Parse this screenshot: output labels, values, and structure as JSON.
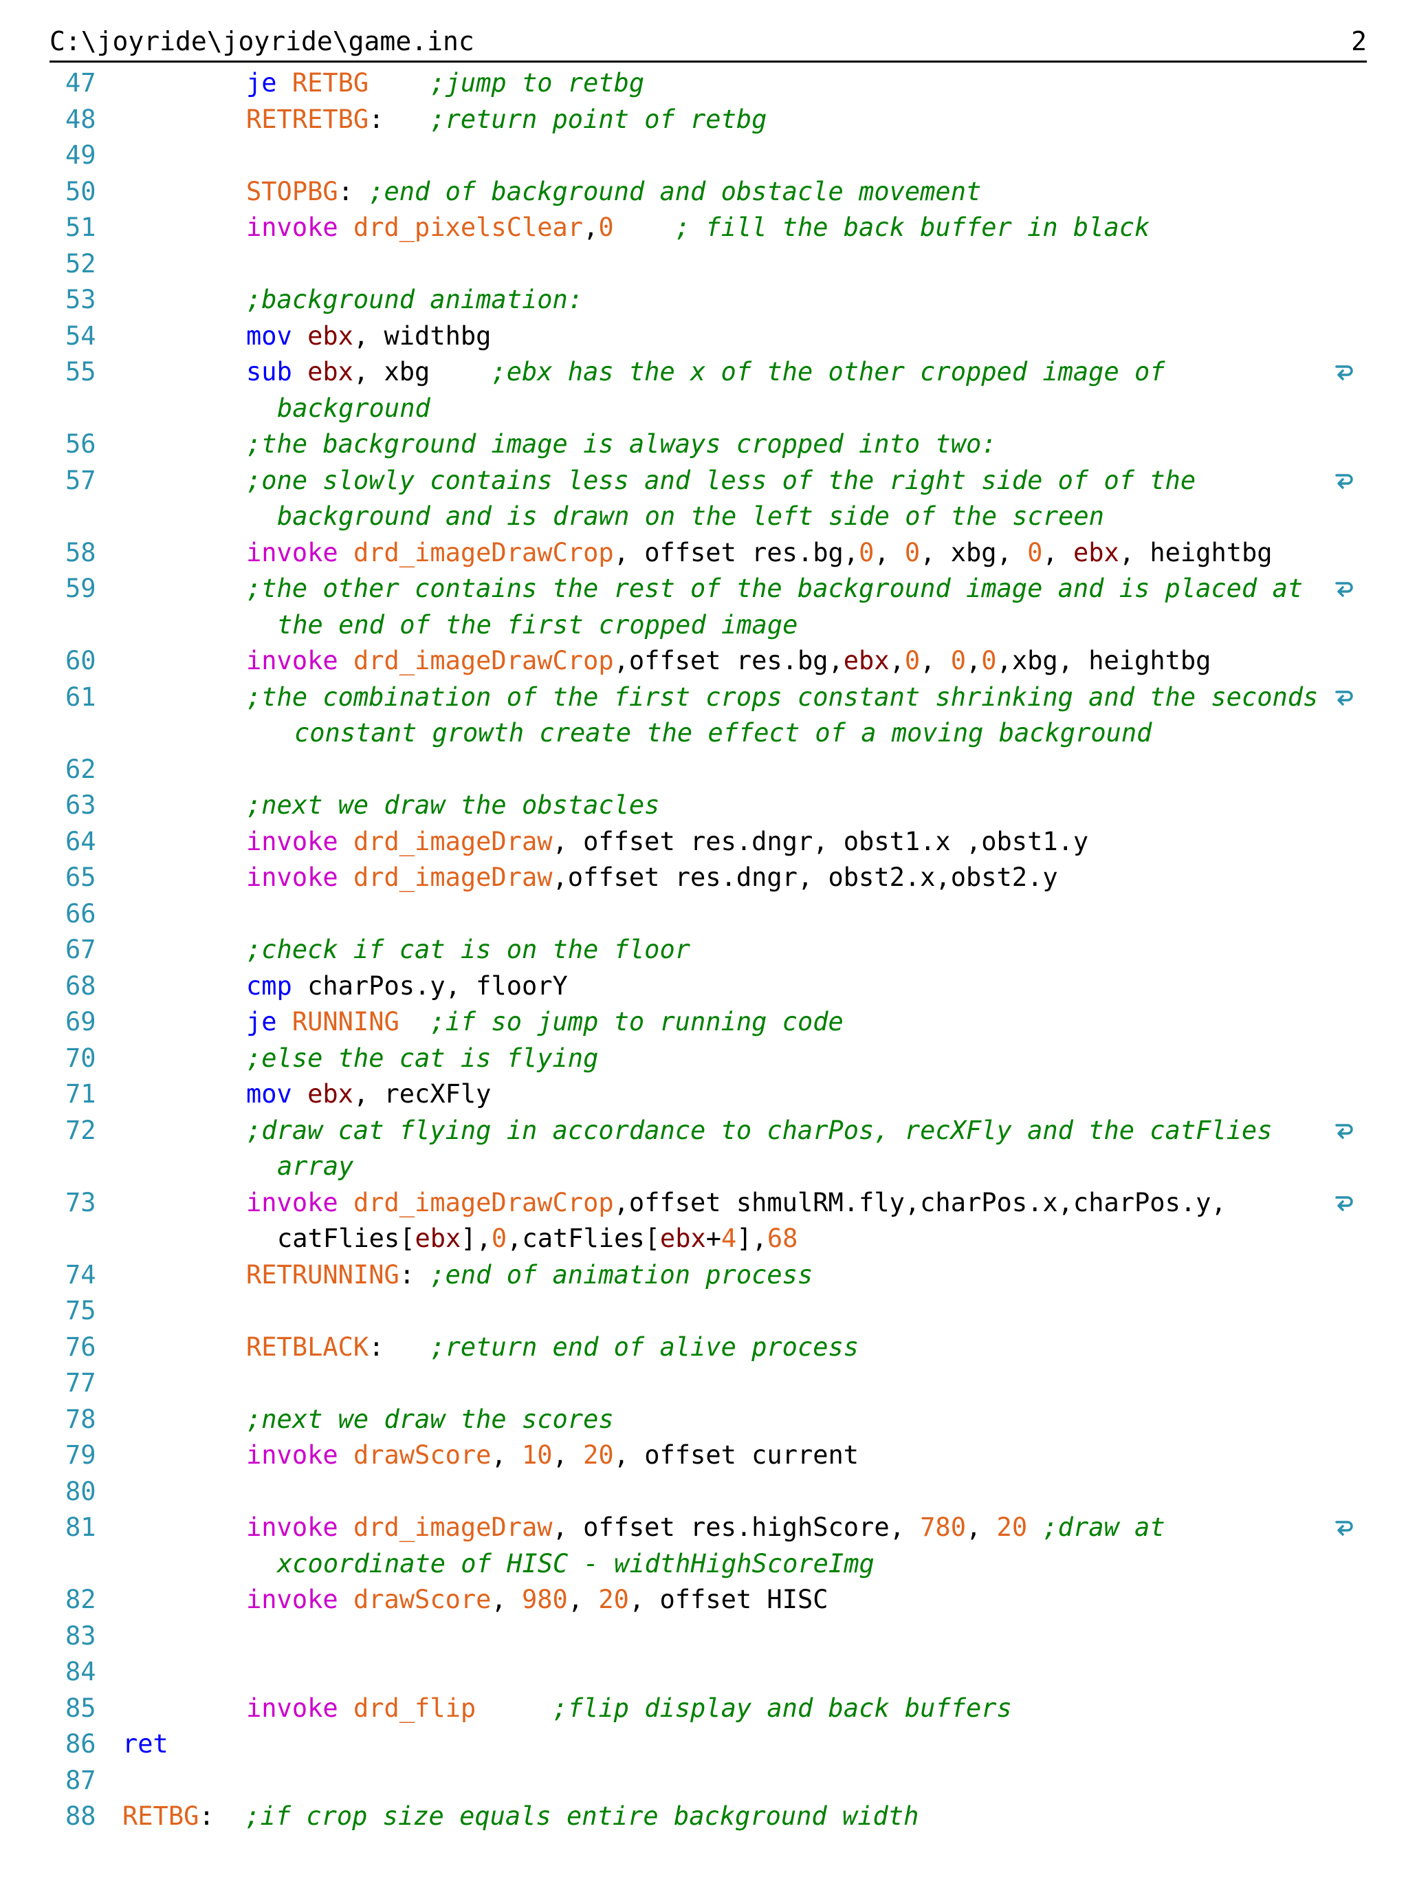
{
  "header": {
    "file_path": "C:\\joyride\\joyride\\game.inc",
    "page_number": "2"
  },
  "icons": {
    "wrap": "wrap-arrow-icon"
  },
  "colors": {
    "line_number": "#2b91af",
    "keyword": "#0000ff",
    "invoke": "#cc00cc",
    "function": "#e0641e",
    "register": "#800000",
    "number": "#e0641e",
    "comment": "#008000"
  },
  "lines": [
    {
      "n": "47",
      "indent": 1,
      "tokens": [
        [
          "k",
          "je "
        ],
        [
          "lbl",
          "RETBG"
        ],
        [
          "p",
          "    "
        ],
        [
          "c",
          ";jump to retbg"
        ]
      ]
    },
    {
      "n": "48",
      "indent": 1,
      "tokens": [
        [
          "lbl",
          "RETRETBG"
        ],
        [
          "p",
          ":   "
        ],
        [
          "c",
          ";return point of retbg"
        ]
      ]
    },
    {
      "n": "49",
      "indent": 1,
      "tokens": []
    },
    {
      "n": "50",
      "indent": 1,
      "tokens": [
        [
          "lbl",
          "STOPBG"
        ],
        [
          "p",
          ": "
        ],
        [
          "c",
          ";end of background and obstacle movement"
        ]
      ]
    },
    {
      "n": "51",
      "indent": 1,
      "tokens": [
        [
          "inv",
          "invoke "
        ],
        [
          "fn",
          "drd_pixelsClear"
        ],
        [
          "p",
          ","
        ],
        [
          "n",
          "0"
        ],
        [
          "p",
          "    "
        ],
        [
          "c",
          "; fill the back buffer in black"
        ]
      ]
    },
    {
      "n": "52",
      "indent": 1,
      "tokens": []
    },
    {
      "n": "53",
      "indent": 1,
      "tokens": [
        [
          "c",
          ";background animation:"
        ]
      ]
    },
    {
      "n": "54",
      "indent": 1,
      "tokens": [
        [
          "k",
          "mov "
        ],
        [
          "rg",
          "ebx"
        ],
        [
          "p",
          ", widthbg"
        ]
      ]
    },
    {
      "n": "55",
      "indent": 1,
      "wrap": true,
      "tokens": [
        [
          "k",
          "sub "
        ],
        [
          "rg",
          "ebx"
        ],
        [
          "p",
          ", xbg    "
        ],
        [
          "c",
          ";ebx has the x of the other cropped image of"
        ]
      ]
    },
    {
      "n": "",
      "indent": 2,
      "tokens": [
        [
          "c",
          "background"
        ]
      ]
    },
    {
      "n": "56",
      "indent": 1,
      "tokens": [
        [
          "c",
          ";the background image is always cropped into two:"
        ]
      ]
    },
    {
      "n": "57",
      "indent": 1,
      "wrap": true,
      "tokens": [
        [
          "c",
          ";one slowly contains less and less of the right side of of the"
        ]
      ]
    },
    {
      "n": "",
      "indent": 2,
      "tokens": [
        [
          "c",
          "background and is drawn on the left side of the screen"
        ]
      ]
    },
    {
      "n": "58",
      "indent": 1,
      "tokens": [
        [
          "inv",
          "invoke "
        ],
        [
          "fn",
          "drd_imageDrawCrop"
        ],
        [
          "p",
          ", offset res.bg,"
        ],
        [
          "n",
          "0"
        ],
        [
          "p",
          ", "
        ],
        [
          "n",
          "0"
        ],
        [
          "p",
          ", xbg, "
        ],
        [
          "n",
          "0"
        ],
        [
          "p",
          ", "
        ],
        [
          "rg",
          "ebx"
        ],
        [
          "p",
          ", heightbg"
        ]
      ]
    },
    {
      "n": "59",
      "indent": 1,
      "wrap": true,
      "tokens": [
        [
          "c",
          ";the other contains the rest of the background image and is placed at"
        ]
      ]
    },
    {
      "n": "",
      "indent": 2,
      "tokens": [
        [
          "c",
          "the end of the first cropped image"
        ]
      ]
    },
    {
      "n": "60",
      "indent": 1,
      "tokens": [
        [
          "inv",
          "invoke "
        ],
        [
          "fn",
          "drd_imageDrawCrop"
        ],
        [
          "p",
          ",offset res.bg,"
        ],
        [
          "rg",
          "ebx"
        ],
        [
          "p",
          ","
        ],
        [
          "n",
          "0"
        ],
        [
          "p",
          ", "
        ],
        [
          "n",
          "0"
        ],
        [
          "p",
          ","
        ],
        [
          "n",
          "0"
        ],
        [
          "p",
          ",xbg, heightbg"
        ]
      ]
    },
    {
      "n": "61",
      "indent": 1,
      "wrap": true,
      "tokens": [
        [
          "c",
          ";the combination of the first crops constant shrinking and the seconds"
        ]
      ]
    },
    {
      "n": "",
      "indent": 3,
      "tokens": [
        [
          "c",
          "constant growth create the effect of a moving background"
        ]
      ]
    },
    {
      "n": "62",
      "indent": 1,
      "tokens": []
    },
    {
      "n": "63",
      "indent": 1,
      "tokens": [
        [
          "c",
          ";next we draw the obstacles"
        ]
      ]
    },
    {
      "n": "64",
      "indent": 1,
      "tokens": [
        [
          "inv",
          "invoke "
        ],
        [
          "fn",
          "drd_imageDraw"
        ],
        [
          "p",
          ", offset res.dngr, obst1.x ,obst1.y"
        ]
      ]
    },
    {
      "n": "65",
      "indent": 1,
      "tokens": [
        [
          "inv",
          "invoke "
        ],
        [
          "fn",
          "drd_imageDraw"
        ],
        [
          "p",
          ",offset res.dngr, obst2.x,obst2.y"
        ]
      ]
    },
    {
      "n": "66",
      "indent": 1,
      "tokens": []
    },
    {
      "n": "67",
      "indent": 1,
      "tokens": [
        [
          "c",
          ";check if cat is on the floor"
        ]
      ]
    },
    {
      "n": "68",
      "indent": 1,
      "tokens": [
        [
          "k",
          "cmp "
        ],
        [
          "p",
          "charPos.y, floorY"
        ]
      ]
    },
    {
      "n": "69",
      "indent": 1,
      "tokens": [
        [
          "k",
          "je "
        ],
        [
          "lbl",
          "RUNNING"
        ],
        [
          "p",
          "  "
        ],
        [
          "c",
          ";if so jump to running code"
        ]
      ]
    },
    {
      "n": "70",
      "indent": 1,
      "tokens": [
        [
          "c",
          ";else the cat is flying"
        ]
      ]
    },
    {
      "n": "71",
      "indent": 1,
      "tokens": [
        [
          "k",
          "mov "
        ],
        [
          "rg",
          "ebx"
        ],
        [
          "p",
          ", recXFly"
        ]
      ]
    },
    {
      "n": "72",
      "indent": 1,
      "wrap": true,
      "tokens": [
        [
          "c",
          ";draw cat flying in accordance to charPos, recXFly and the catFlies"
        ]
      ]
    },
    {
      "n": "",
      "indent": 2,
      "tokens": [
        [
          "c",
          "array"
        ]
      ]
    },
    {
      "n": "73",
      "indent": 1,
      "wrap": true,
      "tokens": [
        [
          "inv",
          "invoke "
        ],
        [
          "fn",
          "drd_imageDrawCrop"
        ],
        [
          "p",
          ",offset shmulRM.fly,charPos.x,charPos.y,"
        ]
      ]
    },
    {
      "n": "",
      "indent": 2,
      "tokens": [
        [
          "p",
          "catFlies["
        ],
        [
          "rg",
          "ebx"
        ],
        [
          "p",
          "],"
        ],
        [
          "n",
          "0"
        ],
        [
          "p",
          ",catFlies["
        ],
        [
          "rg",
          "ebx"
        ],
        [
          "p",
          "+"
        ],
        [
          "n",
          "4"
        ],
        [
          "p",
          "],"
        ],
        [
          "n",
          "68"
        ]
      ]
    },
    {
      "n": "74",
      "indent": 1,
      "tokens": [
        [
          "lbl",
          "RETRUNNING"
        ],
        [
          "p",
          ": "
        ],
        [
          "c",
          ";end of animation process"
        ]
      ]
    },
    {
      "n": "75",
      "indent": 1,
      "tokens": []
    },
    {
      "n": "76",
      "indent": 1,
      "tokens": [
        [
          "lbl",
          "RETBLACK"
        ],
        [
          "p",
          ":   "
        ],
        [
          "c",
          ";return end of alive process"
        ]
      ]
    },
    {
      "n": "77",
      "indent": 1,
      "tokens": []
    },
    {
      "n": "78",
      "indent": 1,
      "tokens": [
        [
          "c",
          ";next we draw the scores"
        ]
      ]
    },
    {
      "n": "79",
      "indent": 1,
      "tokens": [
        [
          "inv",
          "invoke "
        ],
        [
          "fn",
          "drawScore"
        ],
        [
          "p",
          ", "
        ],
        [
          "n",
          "10"
        ],
        [
          "p",
          ", "
        ],
        [
          "n",
          "20"
        ],
        [
          "p",
          ", offset current"
        ]
      ]
    },
    {
      "n": "80",
      "indent": 1,
      "tokens": []
    },
    {
      "n": "81",
      "indent": 1,
      "wrap": true,
      "tokens": [
        [
          "inv",
          "invoke "
        ],
        [
          "fn",
          "drd_imageDraw"
        ],
        [
          "p",
          ", offset res.highScore, "
        ],
        [
          "n",
          "780"
        ],
        [
          "p",
          ", "
        ],
        [
          "n",
          "20"
        ],
        [
          "p",
          " "
        ],
        [
          "c",
          ";draw at"
        ]
      ]
    },
    {
      "n": "",
      "indent": 2,
      "tokens": [
        [
          "c",
          "xcoordinate of HISC - widthHighScoreImg"
        ]
      ]
    },
    {
      "n": "82",
      "indent": 1,
      "tokens": [
        [
          "inv",
          "invoke "
        ],
        [
          "fn",
          "drawScore"
        ],
        [
          "p",
          ", "
        ],
        [
          "n",
          "980"
        ],
        [
          "p",
          ", "
        ],
        [
          "n",
          "20"
        ],
        [
          "p",
          ", offset HISC"
        ]
      ]
    },
    {
      "n": "83",
      "indent": 1,
      "tokens": []
    },
    {
      "n": "84",
      "indent": 1,
      "tokens": []
    },
    {
      "n": "85",
      "indent": 1,
      "tokens": [
        [
          "inv",
          "invoke "
        ],
        [
          "fn",
          "drd_flip"
        ],
        [
          "p",
          "     "
        ],
        [
          "c",
          ";flip display and back buffers"
        ]
      ]
    },
    {
      "n": "86",
      "indent": 0,
      "tokens": [
        [
          "k",
          "ret"
        ]
      ]
    },
    {
      "n": "87",
      "indent": 0,
      "tokens": []
    },
    {
      "n": "88",
      "indent": 0,
      "tokens": [
        [
          "lbl",
          "RETBG"
        ],
        [
          "p",
          ":  "
        ],
        [
          "c",
          ";if crop size equals entire background width"
        ]
      ]
    }
  ]
}
